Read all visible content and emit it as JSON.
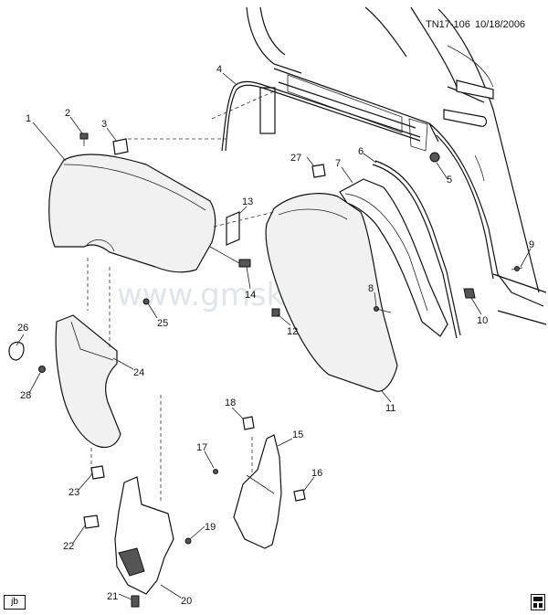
{
  "header": {
    "code": "TN17-106",
    "date": "10/18/2006"
  },
  "watermark": "www.gmsklad.ru",
  "footer_tag": "jb",
  "callouts": [
    "1",
    "2",
    "3",
    "4",
    "5",
    "6",
    "7",
    "8",
    "9",
    "10",
    "11",
    "12",
    "13",
    "14",
    "15",
    "16",
    "17",
    "18",
    "19",
    "20",
    "21",
    "22",
    "23",
    "24",
    "25",
    "26",
    "27",
    "28"
  ],
  "icons": {
    "corner": "diagram-index-icon"
  }
}
